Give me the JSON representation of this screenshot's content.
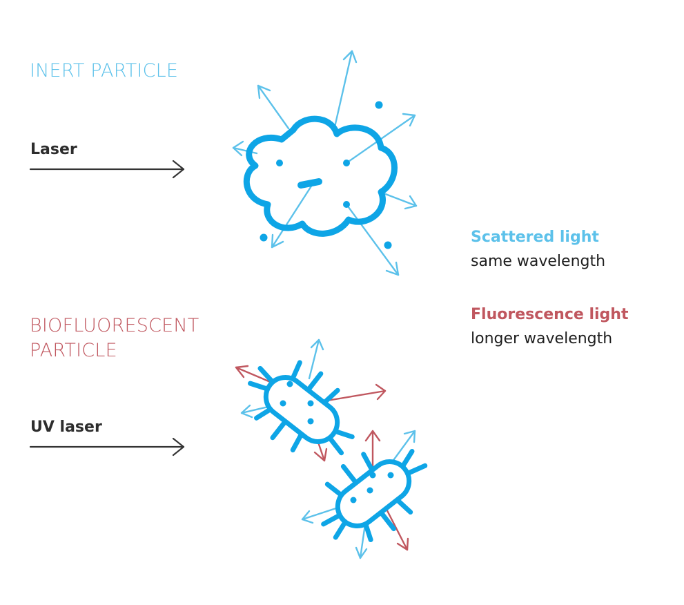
{
  "colors": {
    "blue": "#0ea5e6",
    "light_blue": "#5cc1ea",
    "red": "#c0575f",
    "dark": "#333333"
  },
  "inert": {
    "title": "INERT PARTICLE",
    "beam_label": "Laser"
  },
  "bio": {
    "title_line1": "BIOFLUORESCENT",
    "title_line2": "PARTICLE",
    "beam_label": "UV laser"
  },
  "legend": {
    "scattered_title": "Scattered light",
    "scattered_sub": "same wavelength",
    "fluorescence_title": "Fluorescence light",
    "fluorescence_sub": "longer wavelength"
  },
  "icons": [
    "arrow-right-icon",
    "cloud-particle-icon",
    "bacterium-icon"
  ]
}
